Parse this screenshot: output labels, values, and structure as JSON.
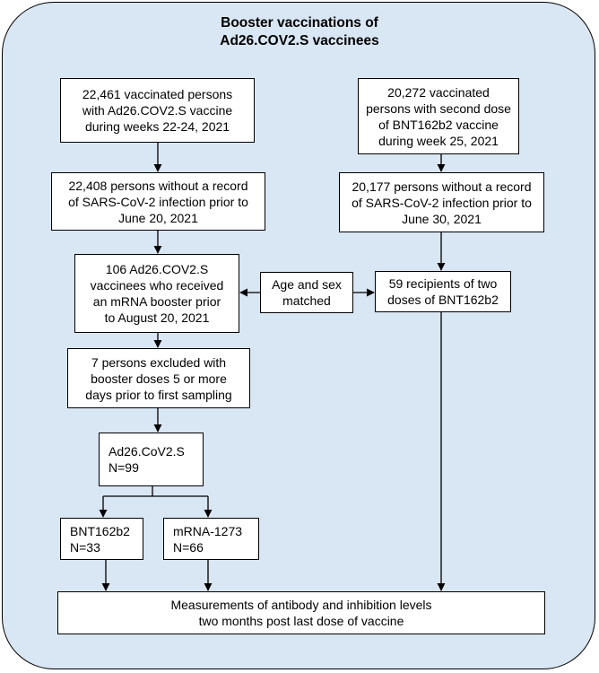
{
  "title": "Booster vaccinations of\nAd26.COV2.S vaccinees",
  "boxes": {
    "ad26_vaccinated": "22,461 vaccinated persons\nwith Ad26.COV2.S vaccine\nduring weeks 22-24, 2021",
    "bnt_vaccinated": "20,272 vaccinated\npersons with second dose\nof BNT162b2 vaccine\nduring week 25, 2021",
    "ad26_no_infection": "22,408 persons without a record\nof SARS-CoV-2 infection prior to\nJune 20, 2021",
    "bnt_no_infection": "20,177 persons without a record\nof SARS-CoV-2 infection prior to\nJune 30, 2021",
    "ad26_boosted": "106 Ad26.COV2.S\nvaccinees who received\nan mRNA booster prior\nto August 20, 2021",
    "age_sex": "Age and sex\nmatched",
    "bnt_recipients": "59 recipients of two\ndoses of BNT162b2",
    "excluded": "7 persons excluded with\nbooster doses 5 or more\ndays prior to first sampling",
    "ad26_total": "Ad26.CoV2.S\nN=99",
    "bnt_booster": "BNT162b2\nN=33",
    "mrna_booster": "mRNA-1273\nN=66",
    "measurements": "Measurements of antibody and inhibition levels\ntwo months post last dose of vaccine"
  }
}
